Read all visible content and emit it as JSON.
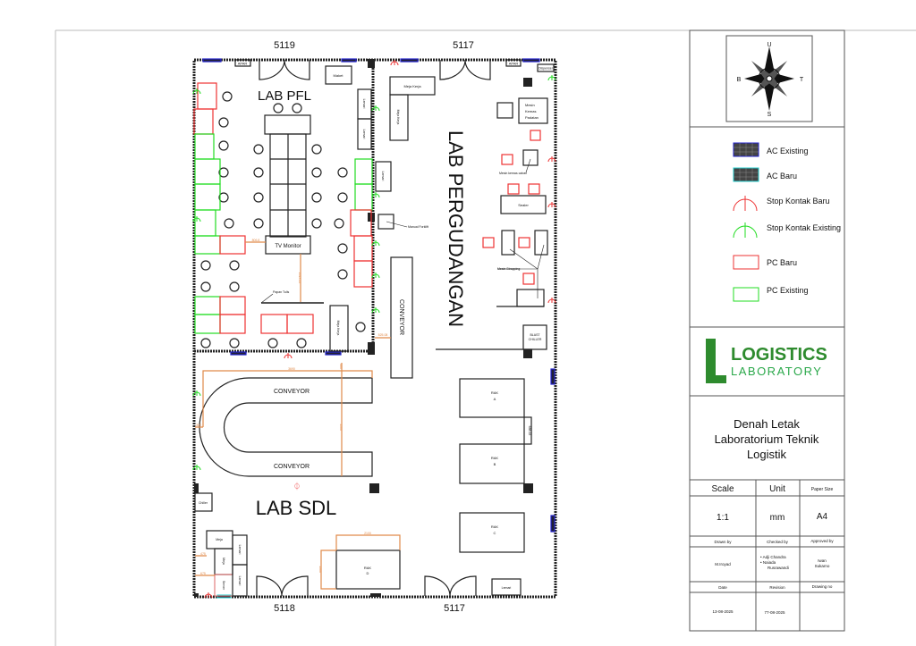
{
  "rooms": {
    "top_left_number": "5119",
    "top_right_number": "5117",
    "bottom_left_number": "5118",
    "bottom_right_number": "5117",
    "lab_pfl": "LAB PFL",
    "lab_pergudangan": "LAB PERGUDANGAN",
    "lab_sdl": "LAB SDL"
  },
  "objects": {
    "apar": "APAR",
    "maket": "Maket",
    "lemari": "Lemari",
    "meja_kerja": "Meja Kerja",
    "tv_monitor": "TV Monitor",
    "papan_tulis": "Papan Tulis",
    "manual_forklift": "Manual Forklift",
    "conveyor": "CONVEYOR",
    "mesin_kemas_padatan": [
      "Mesin",
      "Kemas",
      "Padatan"
    ],
    "mesin_kemas_cairan": "Mesin kemas cairan",
    "sealer": "Sealer",
    "mesin_strapping": "Mesin Strapping",
    "blast_chiller": [
      "BLAST",
      "CHILLER"
    ],
    "dispenser": "Dispenser",
    "chiller": "Chiller",
    "meja": "Meja",
    "server": "Server",
    "rak_a": [
      "RAK",
      "A"
    ],
    "rak_b": [
      "RAK",
      "B"
    ],
    "rak_c": [
      "RAK",
      "C"
    ],
    "rak_d": [
      "RAK",
      "D"
    ]
  },
  "dimensions": {
    "tv_pc_gap": "806.8",
    "tv_board": "1613.22",
    "conveyor_wall": "525.08",
    "conveyor_width": "3690",
    "conveyor_depth": "1500",
    "conveyor_top": "680",
    "conveyor_left": "300",
    "rak_gap": "688.22",
    "rak_d_width": "2100",
    "rak_d_depth": "1300",
    "meja_1": "475",
    "meja_2": "675"
  },
  "legend": [
    {
      "label": "AC Existing",
      "icon": "ac-existing-icon",
      "color": "#2233cc"
    },
    {
      "label": "AC Baru",
      "icon": "ac-new-icon",
      "color": "#22cccc"
    },
    {
      "label": "Stop Kontak Baru",
      "icon": "socket-new-icon",
      "color": "#ee3333"
    },
    {
      "label": "Stop Kontak Existing",
      "icon": "socket-existing-icon",
      "color": "#22cc22"
    },
    {
      "label": "PC Baru",
      "icon": "pc-new-icon",
      "color": "#ee3333"
    },
    {
      "label": "PC Existing",
      "icon": "pc-existing-icon",
      "color": "#22cc22"
    }
  ],
  "compass": {
    "n": "U",
    "s": "S",
    "e": "T",
    "w": "B"
  },
  "logo": {
    "line1": "LOGISTICS",
    "line2": "LABORATORY",
    "color": "#2e8b2e"
  },
  "title_block": {
    "title": [
      "Denah Letak",
      "Laboratorium Teknik",
      "Logistik"
    ],
    "scale_label": "Scale",
    "scale": "1:1",
    "unit_label": "Unit",
    "unit": "mm",
    "paper_label": "Paper Size",
    "paper": "A4",
    "drawn_label": "Drawn by",
    "drawn": "M.Iroyad",
    "checked_label": "Checked by",
    "checked": [
      "Adji Chandra",
      "Naiada",
      "Rusrawandi"
    ],
    "approved_label": "Approved by",
    "approved": [
      "Iwan",
      "Sukarno"
    ],
    "date_label": "Date",
    "date": "13-08-2025",
    "revision_label": "Revision",
    "revision": "77-08-2025",
    "drawing_no_label": "Drawing no",
    "drawing_no": ""
  }
}
